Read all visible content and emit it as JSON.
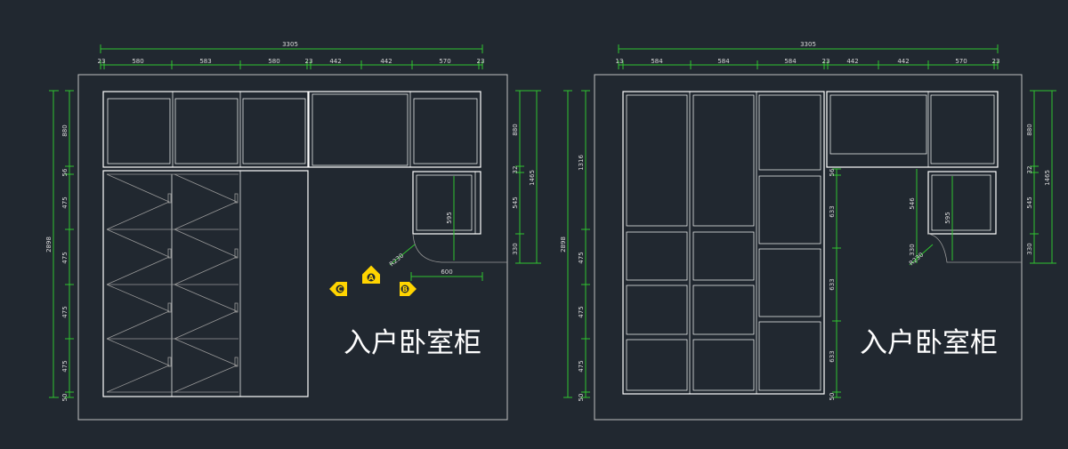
{
  "colors": {
    "background": "#212830",
    "dimension": "#2fc42f",
    "cabinet": "#ffffff",
    "wall": "#bfbfbf",
    "marker": "#ffd400",
    "dim_text": "#d9d9d9"
  },
  "left_drawing": {
    "title": "入户卧室柜",
    "overall_width": "3305",
    "top_segments": [
      "23",
      "580",
      "583",
      "580",
      "23",
      "442",
      "442",
      "570",
      "23"
    ],
    "overall_height": "2898",
    "left_segments": [
      "880",
      "56",
      "475",
      "475",
      "475",
      "475",
      "50"
    ],
    "right_segments_inner": [
      "880",
      "32",
      "545",
      "330"
    ],
    "right_total": "1465",
    "corner_radius_label": "R230",
    "corner_width_label": "600",
    "corner_depth_label": "595",
    "markers": [
      {
        "label": "A"
      },
      {
        "label": "B"
      },
      {
        "label": "C"
      }
    ]
  },
  "right_drawing": {
    "title": "入户卧室柜",
    "overall_width": "3305",
    "top_segments": [
      "13",
      "584",
      "584",
      "584",
      "23",
      "442",
      "442",
      "570",
      "23"
    ],
    "overall_height": "2898",
    "left_segments": [
      "1316",
      "475",
      "475",
      "475",
      "50"
    ],
    "center_segments": [
      "56",
      "633",
      "633",
      "633",
      "50"
    ],
    "right_segments_inner": [
      "880",
      "32",
      "545",
      "330"
    ],
    "right_total": "1465",
    "corner_radius_label": "R230",
    "corner_depth_label": "595",
    "corner_side_labels": [
      "330",
      "546"
    ]
  }
}
